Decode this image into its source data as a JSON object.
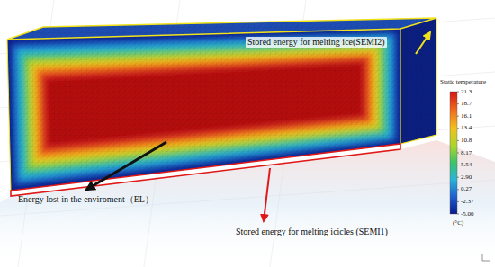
{
  "diagram": {
    "labels": [
      "Stored energy for melting ice(SEMI2)",
      "Static temperature",
      "21.3",
      "18.7",
      "16.1",
      "13.4",
      "10.8",
      "8.17",
      "5.54",
      "2.90",
      "0.27",
      "-2.37",
      "-5.00",
      "(°C)",
      "Energy lost in the enviroment（EL）",
      "Stored energy for melting icicles (SEMI1)"
    ]
  }
}
